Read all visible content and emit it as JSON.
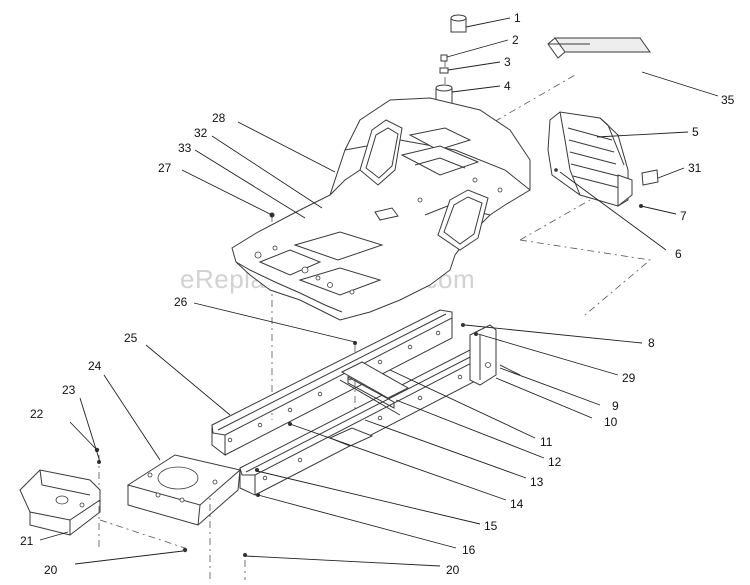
{
  "watermark": "eReplacementParts.com",
  "callouts": [
    {
      "id": "c1",
      "label": "1"
    },
    {
      "id": "c2",
      "label": "2"
    },
    {
      "id": "c3",
      "label": "3"
    },
    {
      "id": "c4",
      "label": "4"
    },
    {
      "id": "c35",
      "label": "35"
    },
    {
      "id": "c5",
      "label": "5"
    },
    {
      "id": "c31",
      "label": "31"
    },
    {
      "id": "c7",
      "label": "7"
    },
    {
      "id": "c6",
      "label": "6"
    },
    {
      "id": "c28",
      "label": "28"
    },
    {
      "id": "c32",
      "label": "32"
    },
    {
      "id": "c33",
      "label": "33"
    },
    {
      "id": "c27",
      "label": "27"
    },
    {
      "id": "c26",
      "label": "26"
    },
    {
      "id": "c8",
      "label": "8"
    },
    {
      "id": "c29",
      "label": "29"
    },
    {
      "id": "c9",
      "label": "9"
    },
    {
      "id": "c10",
      "label": "10"
    },
    {
      "id": "c11",
      "label": "11"
    },
    {
      "id": "c12",
      "label": "12"
    },
    {
      "id": "c13",
      "label": "13"
    },
    {
      "id": "c14",
      "label": "14"
    },
    {
      "id": "c15",
      "label": "15"
    },
    {
      "id": "c16",
      "label": "16"
    },
    {
      "id": "c20b",
      "label": "20"
    },
    {
      "id": "c20a",
      "label": "20"
    },
    {
      "id": "c21",
      "label": "21"
    },
    {
      "id": "c22",
      "label": "22"
    },
    {
      "id": "c23",
      "label": "23"
    },
    {
      "id": "c24",
      "label": "24"
    },
    {
      "id": "c25",
      "label": "25"
    }
  ]
}
